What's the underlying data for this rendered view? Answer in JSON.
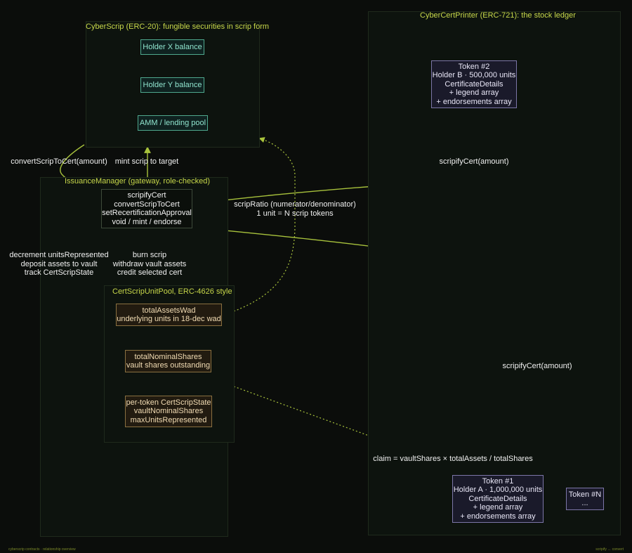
{
  "clusters": {
    "cyberscrip_title": "CyberScrip (ERC-20): fungible securities in scrip form",
    "printer_title": "CyberCertPrinter (ERC-721): the stock ledger",
    "manager_title": "IssuanceManager (gateway, role-checked)",
    "pool_title": "CertScripUnitPool, ERC-4626 style"
  },
  "nodes": {
    "holder_x": [
      "Holder X balance"
    ],
    "holder_y": [
      "Holder Y balance"
    ],
    "amm_pool": [
      "AMM / lending pool"
    ],
    "token2": [
      "Token #2",
      "Holder B · 500,000 units",
      "CertificateDetails",
      "+ legend array",
      "+ endorsements array"
    ],
    "manager": [
      "scripifyCert",
      "convertScripToCert",
      "setRecertificationApproval",
      "void / mint / endorse"
    ],
    "total_assets": [
      "totalAssetsWad",
      "underlying units in 18-dec wad"
    ],
    "total_shares": [
      "totalNominalShares",
      "vault shares outstanding"
    ],
    "per_token": [
      "per-token CertScripState",
      "vaultNominalShares",
      "maxUnitsRepresented"
    ],
    "token1": [
      "Token #1",
      "Holder A · 1,000,000 units",
      "CertificateDetails",
      "+ legend array",
      "+ endorsements array"
    ],
    "tokenN": [
      "Token #N",
      "..."
    ]
  },
  "edge_labels": {
    "convert": [
      "convertScripToCert(amount)"
    ],
    "mint_scrip": [
      "mint scrip to target"
    ],
    "scripify_top": [
      "scripifyCert(amount)"
    ],
    "scrip_ratio": [
      "scripRatio (numerator/denominator)",
      "1 unit = N scrip tokens"
    ],
    "decrement": [
      "decrement unitsRepresented",
      "deposit assets to vault",
      "track CertScripState"
    ],
    "burn_scrip": [
      "burn scrip",
      "withdraw vault assets",
      "credit selected cert"
    ],
    "scripify_bottom": [
      "scripifyCert(amount)"
    ],
    "claim": [
      "claim = vaultShares × totalAssets / totalShares"
    ]
  },
  "footer": {
    "left": "cyberscrip contracts · relationship overview",
    "right": "scripify ↔ convert"
  },
  "colors": {
    "edge": "#a8c23c",
    "cluster_title": "#c8d84a",
    "background": "#0b0d0b"
  }
}
